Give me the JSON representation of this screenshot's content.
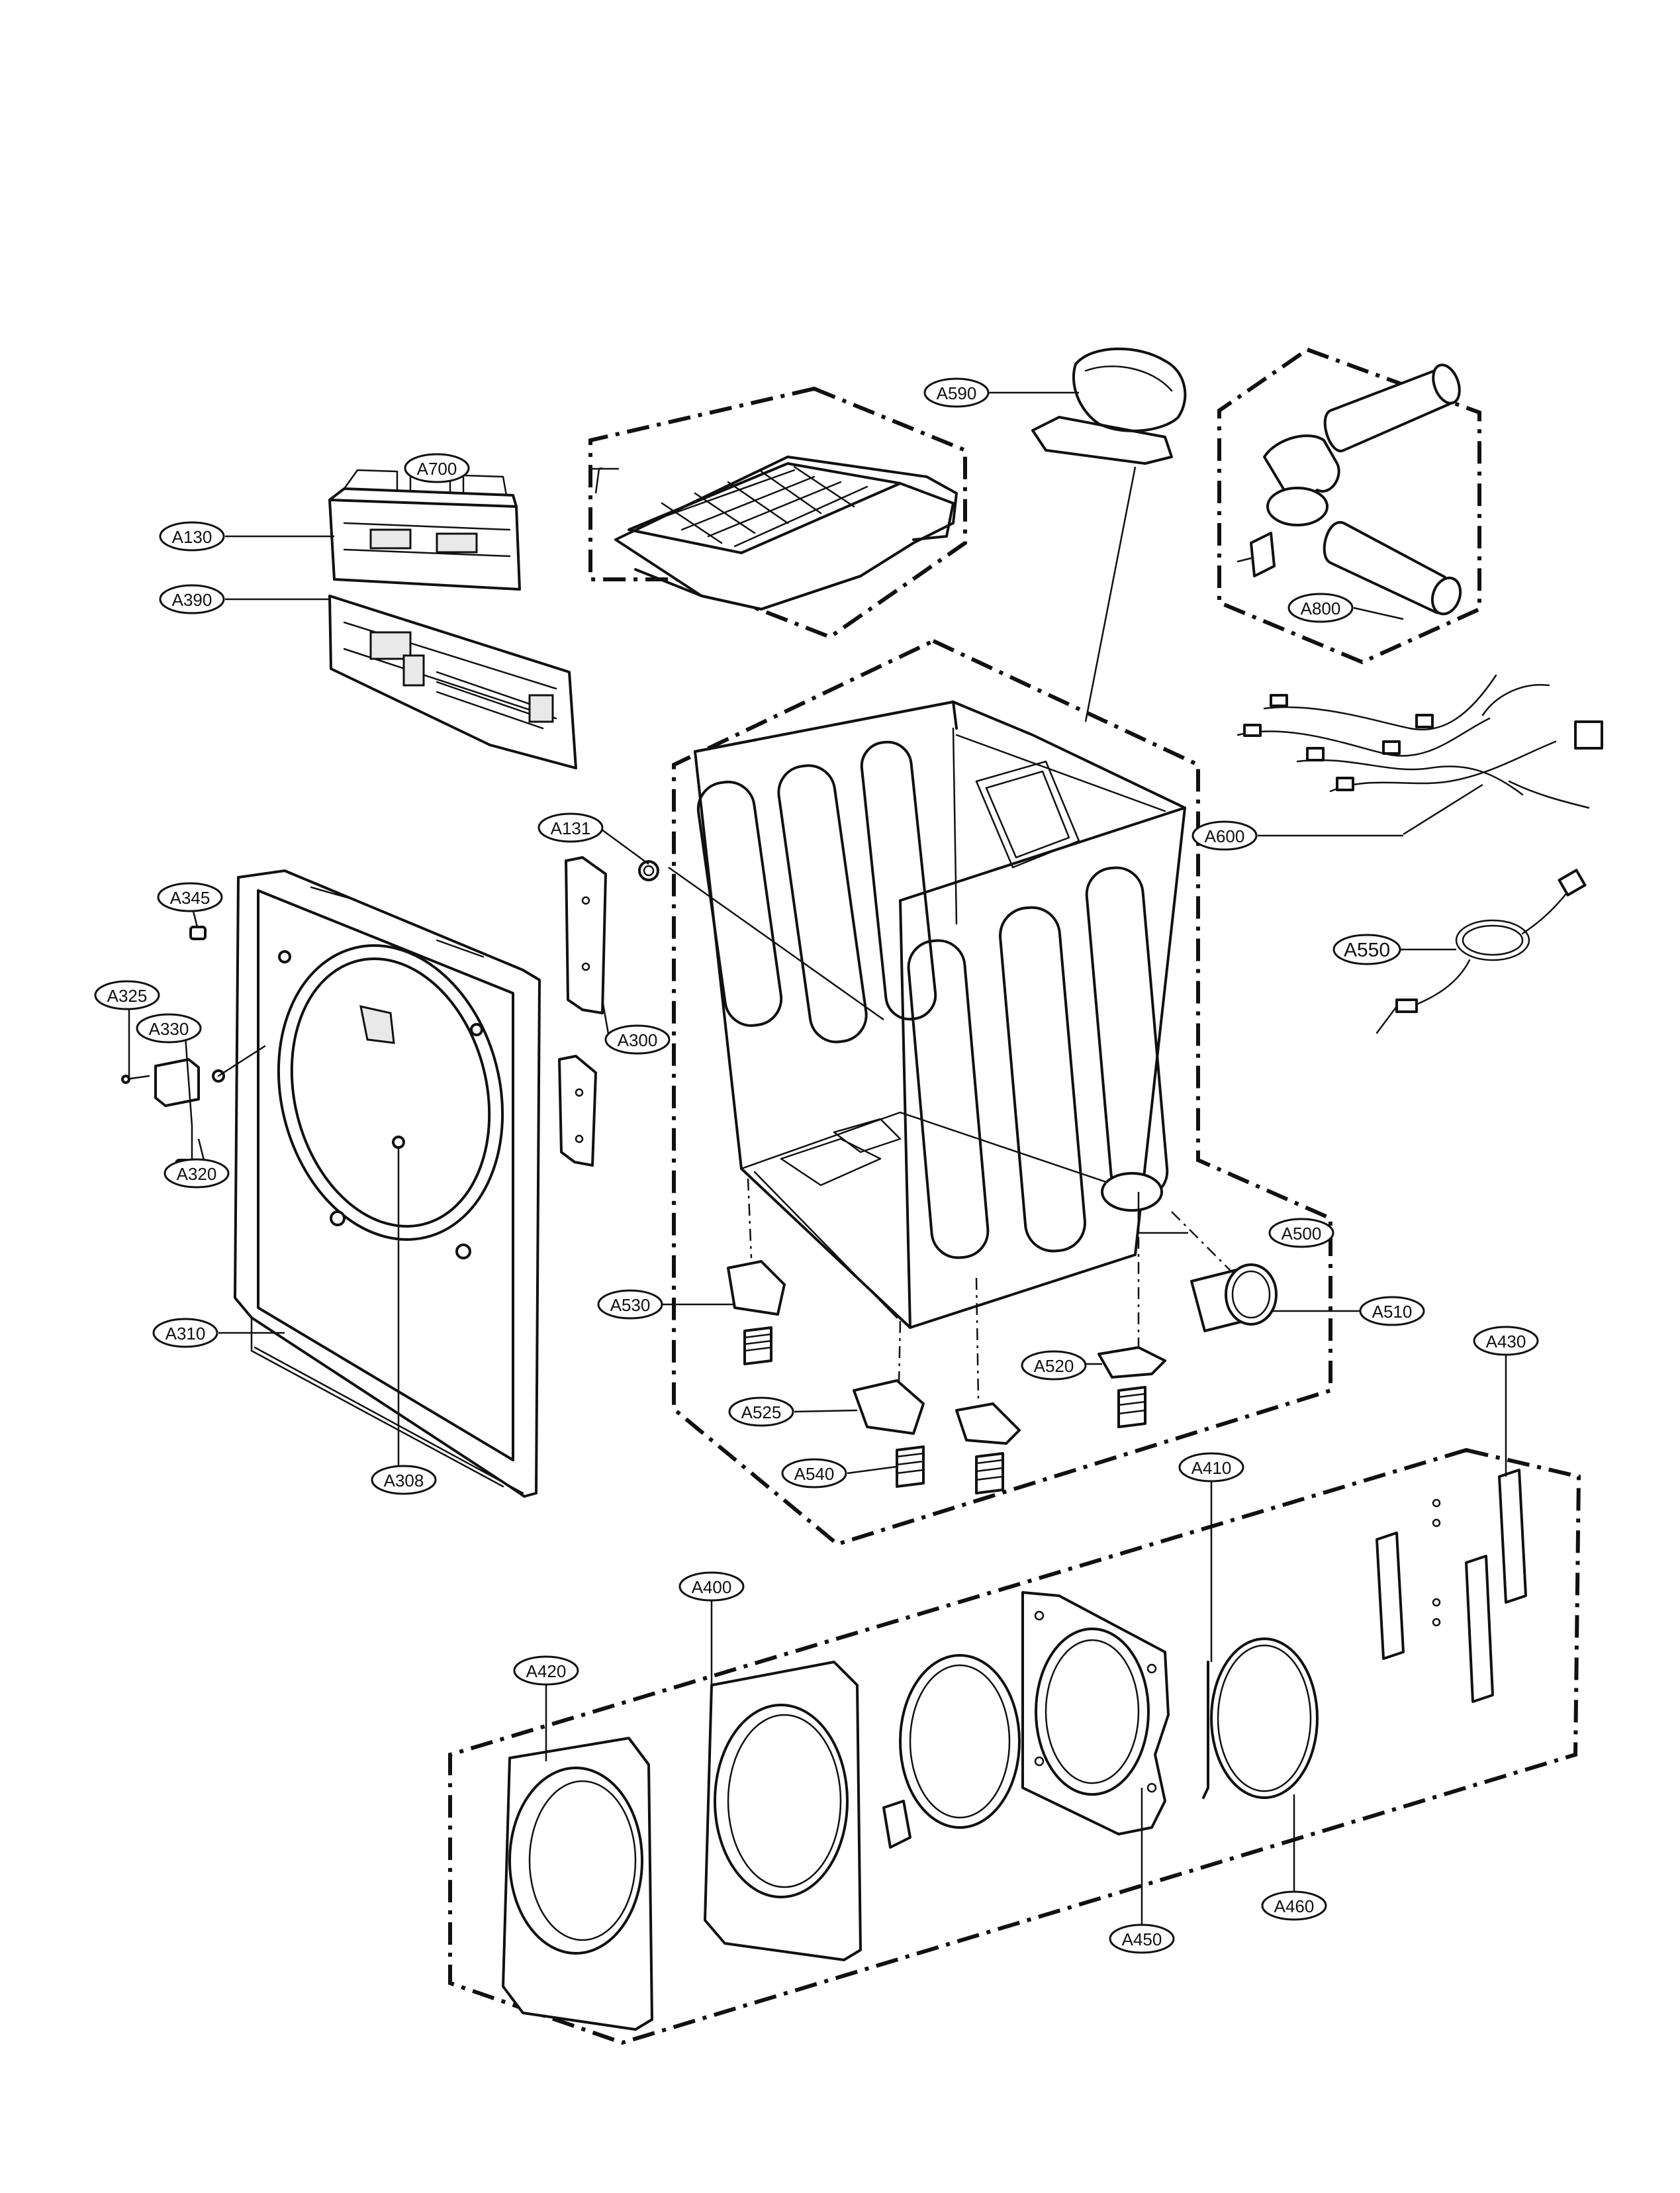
{
  "labels": {
    "a700": "A700",
    "a130": "A130",
    "a390": "A390",
    "a590": "A590",
    "a800": "A800",
    "a600": "A600",
    "a550": "A550",
    "a131": "A131",
    "a345": "A345",
    "a325": "A325",
    "a330": "A330",
    "a320": "A320",
    "a300": "A300",
    "a310": "A310",
    "a308": "A308",
    "a500": "A500",
    "a510": "A510",
    "a530": "A530",
    "a520": "A520",
    "a525": "A525",
    "a540": "A540",
    "a430": "A430",
    "a410": "A410",
    "a400": "A400",
    "a420": "A420",
    "a450": "A450",
    "a460": "A460"
  }
}
